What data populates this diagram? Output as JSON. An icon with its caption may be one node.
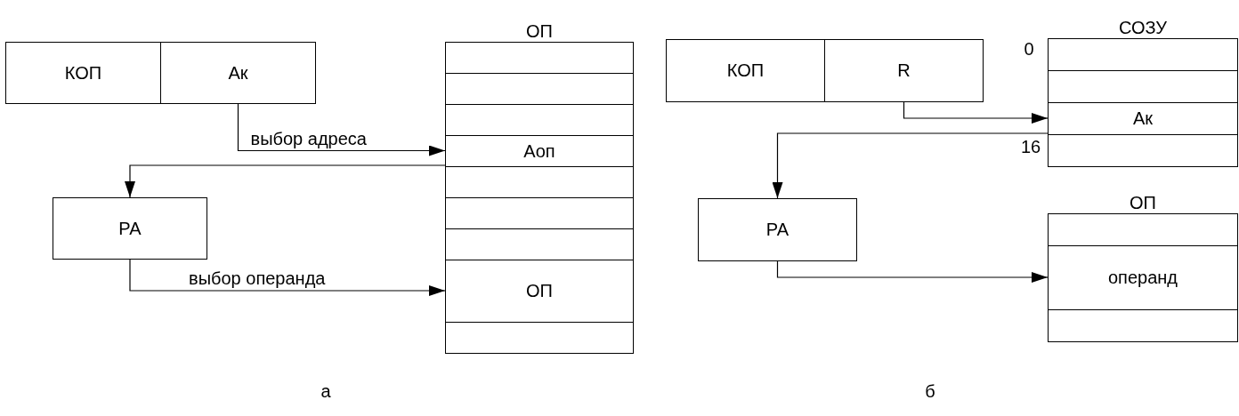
{
  "diagram": {
    "nodes": [
      {
        "text": [
          "КОП"
        ]
      },
      {
        "text": [
          "Ак"
        ]
      },
      {
        "text": [
          "ОП"
        ]
      },
      {
        "text": [],
        "shape": "box",
        "in": 2
      },
      {
        "text": [],
        "shape": "box",
        "in": 2
      },
      {
        "text": [],
        "shape": "box",
        "in": 2
      },
      {
        "text": [
          "Аоп"
        ],
        "in": 2
      },
      {
        "text": [],
        "shape": "box",
        "in": 2
      },
      {
        "text": [],
        "shape": "box",
        "in": 2
      },
      {
        "text": [],
        "shape": "box",
        "in": 2
      },
      {
        "text": [
          "ОП"
        ],
        "in": 2
      },
      {
        "text": [],
        "shape": "box",
        "in": 2
      },
      {
        "text": [
          "РА"
        ]
      },
      {
        "text": [
          "КОП"
        ]
      },
      {
        "text": [
          "R"
        ]
      },
      {
        "text": [
          "СОЗУ"
        ]
      },
      {
        "text": [],
        "shape": "box",
        "in": 15
      },
      {
        "text": [],
        "shape": "box",
        "in": 15
      },
      {
        "text": [
          "Ак"
        ],
        "in": 15
      },
      {
        "text": [],
        "shape": "box",
        "in": 15
      },
      {
        "text": [
          "ОП"
        ]
      },
      {
        "text": [],
        "shape": "box",
        "in": 20
      },
      {
        "text": [
          "операнд"
        ],
        "in": 20
      },
      {
        "text": [],
        "shape": "box",
        "in": 20
      },
      {
        "text": [
          "РА"
        ]
      }
    ],
    "edges": [
      {
        "from": 1,
        "to": 6,
        "arrow": "to",
        "label": "выбор адреса"
      },
      {
        "from": 6,
        "to": 12,
        "arrow": "to"
      },
      {
        "from": 12,
        "to": 10,
        "arrow": "to",
        "label": "выбор операнда"
      },
      {
        "from": 14,
        "to": 18,
        "arrow": "to"
      },
      {
        "from": 18,
        "to": 24,
        "arrow": "to"
      },
      {
        "from": 24,
        "to": 22,
        "arrow": "to"
      }
    ],
    "labels": [
      "0",
      "16",
      "а",
      "б"
    ]
  }
}
